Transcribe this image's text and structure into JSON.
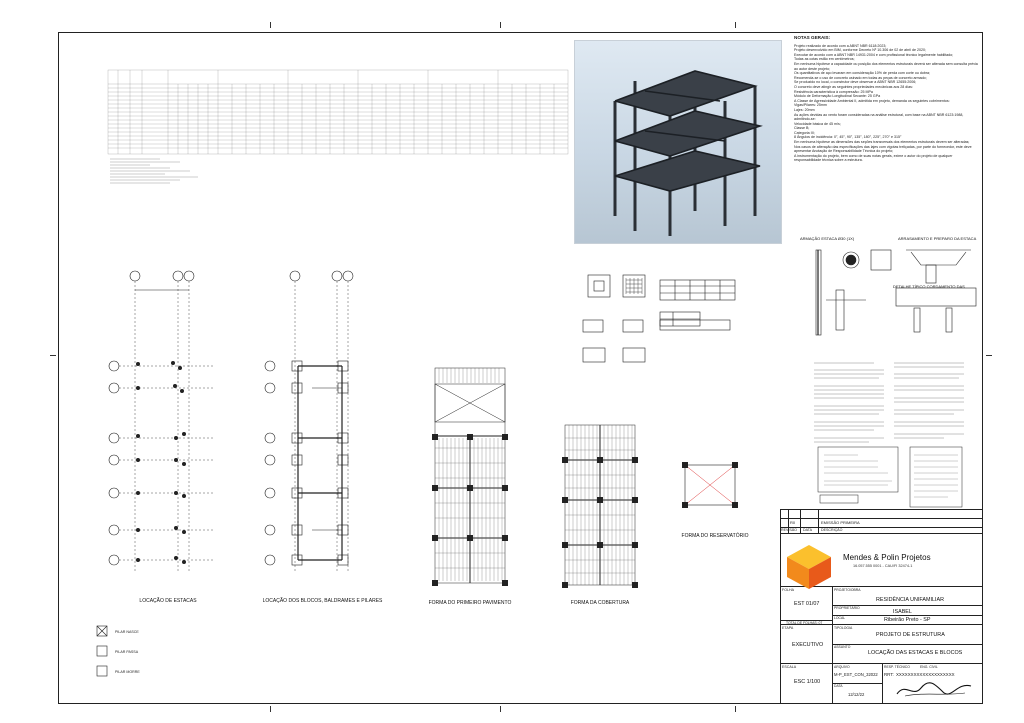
{
  "notes": {
    "title": "NOTAS GERAIS:",
    "lines": [
      "Projeto realizado de acordo com a ABNT NBR 6118:2023;",
      "Projeto desenvolvido em BIM, conforme Decreto Nº 10.306 de 02 de abril de 2020;",
      "Executar de acordo com a ABNT NBR 14931:2004 e com profissional técnico legalmente habilitado;",
      "Todas as cotas estão em centímetros;",
      "Em nenhuma hipótese a capacidade ou posição dos elementos estruturais deverá ser alterada sem consulta prévia ao autor deste projeto;",
      "Os quantitativos de aço levaram em consideração 10% de perda com corte ou dobra;",
      "Recomenda-se o uso de concreto usinado em todas as peças de concreto armado;",
      "Se produzido no local, o construtor deve observar a ABNT NBR 12655:2006;",
      "O concreto deve atingir as seguintes propriedades mecânicas aos 28 dias:",
      "Resistência característica à compressão: 25 MPa",
      "Módulo de Deformação Longitudinal Secante: 25 GPa",
      "A Classe de Agressividade Ambiental II, admitida em projeto, demanda os seguintes cobrimentos:",
      "Vigas/Pilares: 25mm",
      "Lajes: 20mm",
      "As ações devidas ao vento foram consideradas na análise estrutural, com base na ABNT NBR 6123:1988, admitindo-se:",
      "Velocidade básica de 45 m/s;",
      "Classe B;",
      "Categoria III;",
      "8 Ângulos de incidência: 0°, 45°, 90°, 135°, 180°, 225°, 270° e 315°",
      "Em nenhuma hipótese as dimensões das seções transversais dos elementos estruturais devem ser alteradas;",
      "Nos casos de alteração das especificações das lajes com vigotas treliçadas, por parte do fornecedor, este deve apresentar Anotação de Responsabilidade Técnica do projeto;",
      "A instrumentação do projeto, bem como de suas notas gerais, exime o autor do projeto de qualquer responsabilidade técnica sobre a estrutura."
    ]
  },
  "drawings": {
    "pile_location": "LOCAÇÃO DE ESTACAS",
    "blocks_location": "LOCAÇÃO DOS BLOCOS, BALDRAMES E PILARES",
    "first_floor": "FORMA DO PRIMEIRO PAVIMENTO",
    "roof": "FORMA DA COBERTURA",
    "reservoir": "FORMA DO RESERVATÓRIO",
    "detail_pile": "ARMAÇÃO ESTACA Ø30 (1X)",
    "detail_pile_block": "ARRASAMENTO E PREPARO DA ESTACA",
    "detail_block": "DETALHE TÍPICO CORDAMENTO DAS"
  },
  "legend": {
    "items": [
      "PILAR NASCE",
      "PILAR PASSA",
      "PILAR MORRE"
    ]
  },
  "title_block": {
    "company_name": "Mendes & Polin Projetos",
    "company_sub": "16.057.555 0001 - CAU/FI 32474-1",
    "rev_header_rev": "R0",
    "rev_header_desc": "EMISSÃO PRIMEIRA",
    "rev_col1": "REVISÃO",
    "rev_col2": "DATA",
    "rev_col3": "DESCRIÇÃO",
    "lbl_folha": "FOLHA",
    "folha": "EST 01/07",
    "total_folhas": "TOTAL DE FOLHAS: 07",
    "lbl_etapa": "ETAPA",
    "etapa": "EXECUTIVO",
    "lbl_escala": "ESCALA",
    "escala": "ESC 1/100",
    "lbl_proprietario_proj": "PROJETO/OBRA",
    "obra": "RESIDÊNCIA UNIFAMILIAR",
    "lbl_proprietario": "PROPRIETÁRIO",
    "proprietario": "ISABEL",
    "lbl_local": "LOCAL",
    "local": "Ribeirão Preto - SP",
    "lbl_tipologia": "TIPOLOGIA",
    "tipologia": "PROJETO DE ESTRUTURA",
    "lbl_assunto": "ASSUNTO",
    "assunto": "LOCAÇÃO DAS ESTACAS E BLOCOS",
    "lbl_arquivo": "ARQUIVO",
    "arquivo": "M-P_EST_CON_32022",
    "lbl_data": "DATA",
    "data": "12/12/22",
    "lbl_resp": "RESP. TÉCNICO",
    "resp": "ENG. CIVIL",
    "rrt": "RRT:",
    "rrt_num": "XXXXXXXXXXXXXXXXXXXX"
  },
  "colors": {
    "line": "#222222",
    "logo_orange": "#f28a1c",
    "logo_yellow": "#fbc02d",
    "logo_red": "#e85a1a"
  }
}
